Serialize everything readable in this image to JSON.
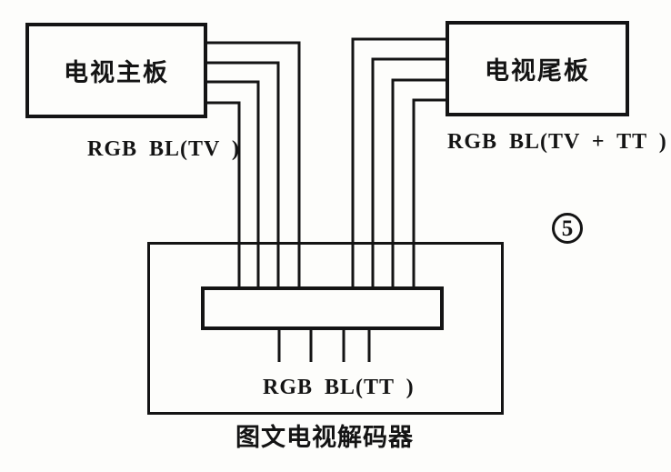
{
  "figure": {
    "background_color": "#fdfdfb",
    "ink_color": "#141414",
    "boxes": {
      "tv_main_board": {
        "label": "电视主板"
      },
      "tv_tail_board": {
        "label": "电视尾板"
      },
      "decoder": {
        "bus_label": "RGB BL(TT )",
        "caption": "图文电视解码器"
      }
    },
    "bus_labels": {
      "left": "RGB BL(TV )",
      "right": "RGB BL(TV + TT )"
    },
    "figure_number": "5",
    "wiring": {
      "left_bus_wire_count": 4,
      "right_bus_wire_count": 4,
      "connector_pin_stub_count": 4
    }
  }
}
